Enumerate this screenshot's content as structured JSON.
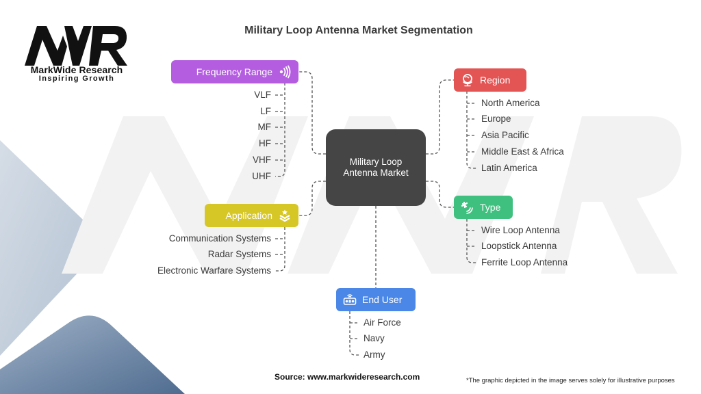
{
  "logo": {
    "mark": "MWR",
    "name": "MarkWide Research",
    "tagline": "Inspiring Growth"
  },
  "title": "Military Loop Antenna Market Segmentation",
  "center": {
    "label": "Military Loop Antenna Market"
  },
  "colors": {
    "frequency": "#b45de0",
    "region": "#e35454",
    "application": "#d6c626",
    "type": "#3fc07f",
    "end_user": "#4a87e6",
    "center": "#454545"
  },
  "segments": {
    "frequency_range": {
      "label": "Frequency Range",
      "icon": "signal-waves-icon",
      "items": [
        "VLF",
        "LF",
        "MF",
        "HF",
        "VHF",
        "UHF"
      ]
    },
    "region": {
      "label": "Region",
      "icon": "globe-icon",
      "items": [
        "North America",
        "Europe",
        "Asia Pacific",
        "Middle East & Africa",
        "Latin America"
      ]
    },
    "application": {
      "label": "Application",
      "icon": "military-rank-icon",
      "items": [
        "Communication Systems",
        "Radar Systems",
        "Electronic Warfare Systems"
      ]
    },
    "type": {
      "label": "Type",
      "icon": "satellite-icon",
      "items": [
        "Wire Loop Antenna",
        "Loopstick Antenna",
        "Ferrite Loop Antenna"
      ]
    },
    "end_user": {
      "label": "End User",
      "icon": "radio-icon",
      "items": [
        "Air Force",
        "Navy",
        "Army"
      ]
    }
  },
  "footer": {
    "source": "Source: www.markwideresearch.com",
    "disclaimer": "*The graphic depicted in the image serves solely for illustrative purposes"
  }
}
